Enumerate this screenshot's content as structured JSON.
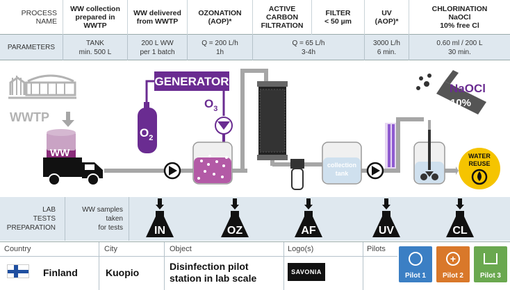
{
  "header": {
    "process_name": [
      "PROCESS",
      "NAME"
    ],
    "ww_collection": [
      "WW collection",
      "prepared in",
      "WWTP"
    ],
    "ww_delivered": [
      "WW delivered",
      "from WWTP"
    ],
    "ozonation": [
      "OZONATION",
      "(AOP)*"
    ],
    "active_carbon": [
      "ACTIVE",
      "CARBON",
      "FILTRATION"
    ],
    "filter": [
      "FILTER",
      "< 50 µm"
    ],
    "uv": [
      "UV",
      "(AOP)*"
    ],
    "chlorination": [
      "CHLORINATION",
      "NaOCl",
      "10% free Cl"
    ]
  },
  "parameters": {
    "label": "PARAMETERS",
    "tank": [
      "TANK",
      "min. 500 L"
    ],
    "delivery": [
      "200 L WW",
      "per 1 batch"
    ],
    "ozone": [
      "Q = 200 L/h",
      "1h"
    ],
    "carbon_filter": [
      "Q = 65 L/h",
      "3-4h"
    ],
    "uv": [
      "3000 L/h",
      "6 min."
    ],
    "chlorination": [
      "0.60 ml / 200 L",
      "30 min."
    ]
  },
  "process": {
    "wwtp_label": "WWTP",
    "ww_label": "WW",
    "generator_label": "GENERATOR",
    "o3_label": "O",
    "o3_sub": "3",
    "o2_label": "O",
    "o2_sub": "2",
    "collection_tank_label": [
      "collection",
      "tank"
    ],
    "naocl_label": "NaOCl",
    "naocl_pct": "10%",
    "water_reuse": [
      "WATER",
      "REUSE"
    ]
  },
  "lab": {
    "label": [
      "LAB",
      "TESTS",
      "PREPARATION"
    ],
    "ww_samples": [
      "WW samples",
      "taken",
      "for tests"
    ],
    "flasks": [
      "IN",
      "OZ",
      "AF",
      "UV",
      "CL"
    ]
  },
  "footer": {
    "country_label": "Country",
    "country": "Finland",
    "city_label": "City",
    "city": "Kuopio",
    "object_label": "Object",
    "object": [
      "Disinfection pilot",
      "station in lab scale"
    ],
    "logos_label": "Logo(s)",
    "logo_text": "SAVONIA",
    "pilots_label": "Pilots",
    "pilots": [
      "Pilot 1",
      "Pilot 2",
      "Pilot 3"
    ]
  },
  "colors": {
    "purple": "#6a2c91",
    "pipe": "#a6a6a6",
    "dark": "#111111",
    "bg_band": "#dfe8ef",
    "pilot1": "#3b7fc4",
    "pilot2": "#d9782a",
    "pilot3": "#6aa84f",
    "reuse": "#f5c400"
  }
}
